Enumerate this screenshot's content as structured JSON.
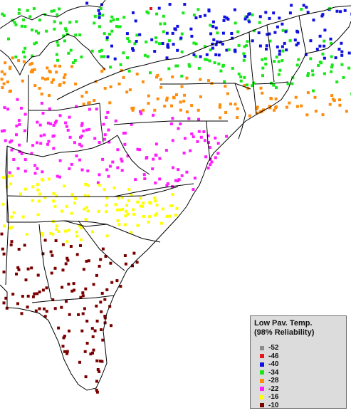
{
  "legend": {
    "title_line1": "Low Pav. Temp.",
    "title_line2": "(98% Reliability)",
    "items": [
      {
        "label": "-52",
        "color": "#8c8c8c"
      },
      {
        "label": "-46",
        "color": "#e8151b"
      },
      {
        "label": "-40",
        "color": "#1010e0"
      },
      {
        "label": "-34",
        "color": "#18e818"
      },
      {
        "label": "-28",
        "color": "#ff8c0a"
      },
      {
        "label": "-22",
        "color": "#ff1cff"
      },
      {
        "label": "-16",
        "color": "#ffff00"
      },
      {
        "label": "-10",
        "color": "#7a0000"
      }
    ]
  },
  "map": {
    "subject": "Eastern United States",
    "lines_color": "#000000",
    "marker": "square station markers"
  }
}
